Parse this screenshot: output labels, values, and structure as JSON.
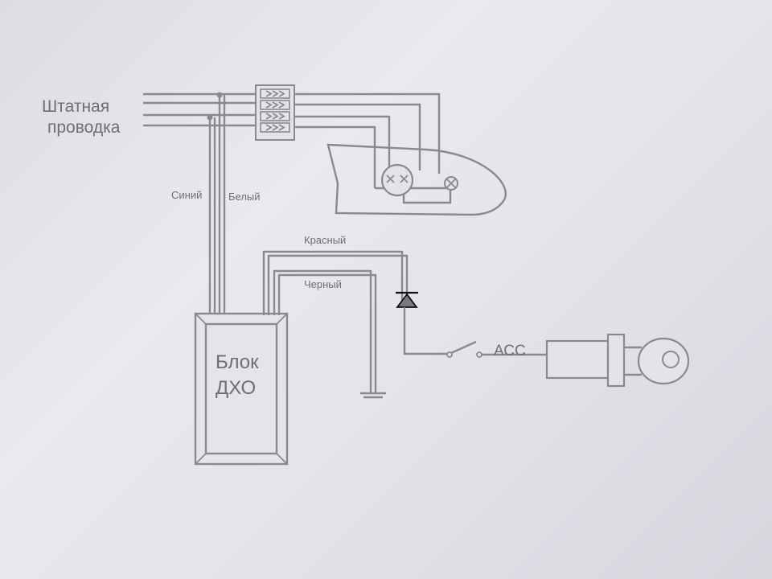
{
  "diagram": {
    "stock_wiring_line1": "Штатная",
    "stock_wiring_line2": "проводка",
    "blue_label": "Синий",
    "white_label": "Белый",
    "red_label": "Красный",
    "black_label": "Черный",
    "block_line1": "Блок",
    "block_line2": "ДХО",
    "acc_label": "АСС"
  },
  "colors": {
    "line": "#8a8a8e",
    "text": "#6e6e74",
    "diode": "#111111"
  }
}
